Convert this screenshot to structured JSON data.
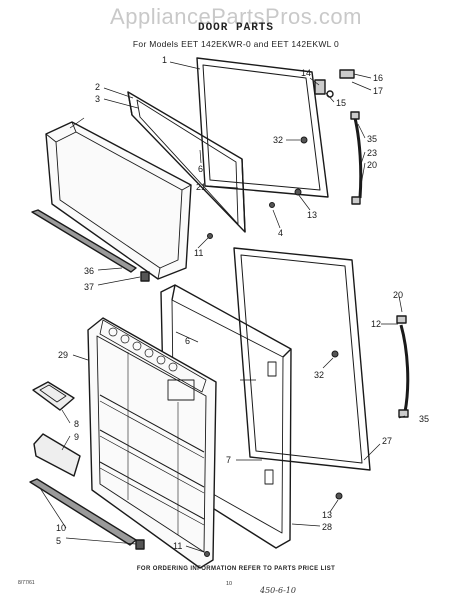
{
  "watermark": "AppliancePartsPros.com",
  "title": "DOOR PARTS",
  "subtitle": "For Models EET 142EKWR-0 and EET 142EKWL 0",
  "footer": "FOR ORDERING INFORMATION REFER TO PARTS PRICE LIST",
  "page_code": "8/77/61",
  "page_number": "10",
  "handwritten_note": "450-6-10",
  "callouts": {
    "c1": "1",
    "c2": "2",
    "c3": "3",
    "c4": "4",
    "c5": "5",
    "c6a": "6",
    "c6b": "6",
    "c7": "7",
    "c8": "8",
    "c9": "9",
    "c10": "10",
    "c11a": "11",
    "c11b": "11",
    "c12": "12",
    "c13a": "13",
    "c13b": "13",
    "c14": "14",
    "c15": "15",
    "c16": "16",
    "c17": "17",
    "c20a": "20",
    "c20b": "20",
    "c21": "21",
    "c23": "23",
    "c27": "27",
    "c28": "28",
    "c29": "29",
    "c32a": "32",
    "c32b": "32",
    "c35a": "35",
    "c35b": "35",
    "c36": "36",
    "c37": "37"
  }
}
